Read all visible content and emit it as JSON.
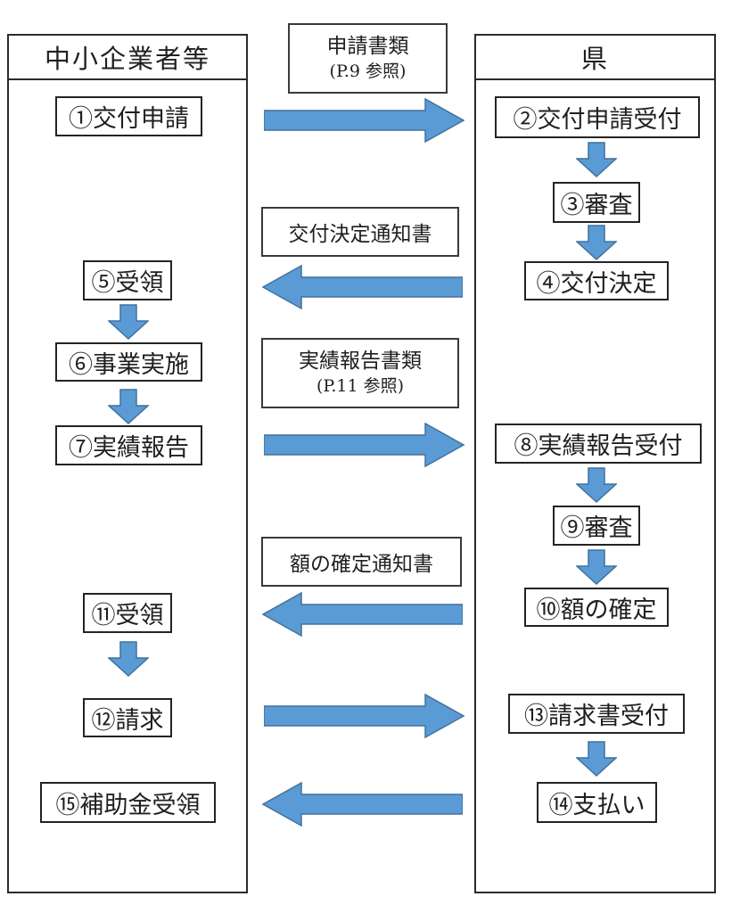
{
  "headers": {
    "left": "中小企業者等",
    "right": "県"
  },
  "steps": {
    "s1": "①交付申請",
    "s2": "②交付申請受付",
    "s3": "③審査",
    "s4": "④交付決定",
    "s5": "⑤受領",
    "s6": "⑥事業実施",
    "s7": "⑦実績報告",
    "s8": "⑧実績報告受付",
    "s9": "⑨審査",
    "s10": "⑩額の確定",
    "s11": "⑪受領",
    "s12": "⑫請求",
    "s13": "⑬請求書受付",
    "s14": "⑭支払い",
    "s15": "⑮補助金受領"
  },
  "labels": {
    "application_docs_line1": "申請書類",
    "application_docs_line2": "(P.9 参照)",
    "grant_decision_notice": "交付決定通知書",
    "performance_report_line1": "実績報告書類",
    "performance_report_line2": "(P.11 参照)",
    "amount_confirmation_notice": "額の確定通知書"
  },
  "colors": {
    "arrow_fill": "#5b9bd5",
    "arrow_stroke": "#41719c",
    "box_border": "#232323"
  }
}
